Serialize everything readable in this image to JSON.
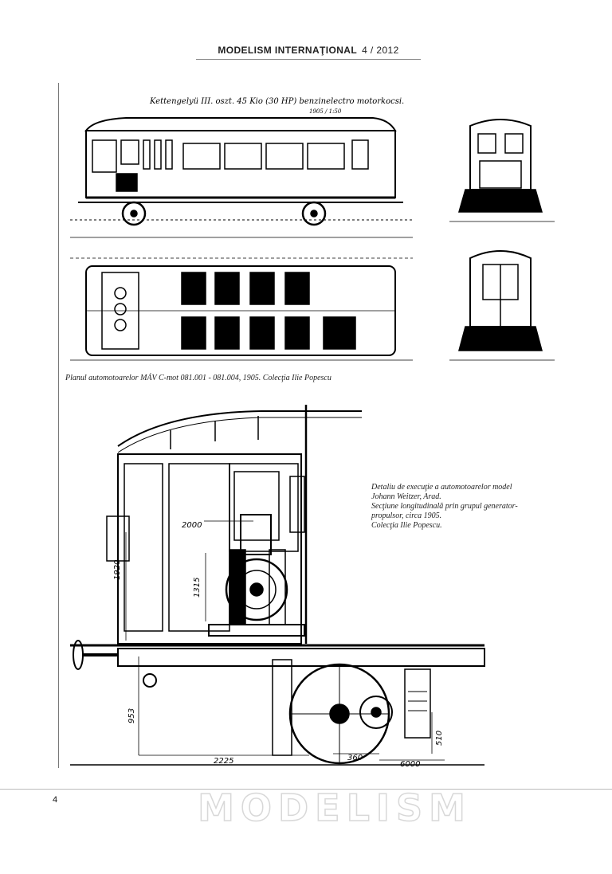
{
  "header": {
    "magazine": "MODELISM INTERNAŢIONAL",
    "issue": "4 / 2012"
  },
  "figure1": {
    "drawing_title": "Kettengelyü III. oszt. 45 Kio (30 HP) benzinelectro motorkocsi.",
    "scale_note": "1905 / 1:50",
    "caption": "Planul automotoarelor MÁV C-mot 081.001 - 081.004, 1905. Colecţia Ilie Popescu"
  },
  "figure2": {
    "dimensions": [
      "2000",
      "1920",
      "1315",
      "953",
      "2225",
      "360",
      "6000",
      "510"
    ],
    "caption_lines": [
      "Detaliu de execuţie a automotoarelor model",
      "Johann Weitzer, Arad.",
      "Secţiune longitudinală prin grupul generator-",
      "propulsor, circa 1905.",
      "Colecţia Ilie Popescu."
    ]
  },
  "footer": {
    "page_number": "4",
    "watermark": "MODELISM"
  }
}
